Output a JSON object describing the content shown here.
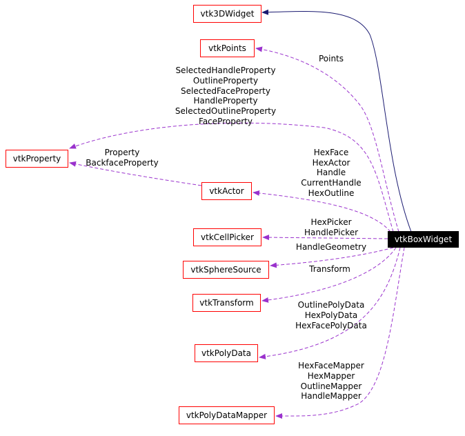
{
  "colors": {
    "node_border": "#ff0000",
    "highlight_fill": "#000000",
    "highlight_text": "#ffffff",
    "usage_edge": "#9a32cd",
    "inheritance_edge": "#191970"
  },
  "nodes": {
    "vtk3DWidget": "vtk3DWidget",
    "vtkPoints": "vtkPoints",
    "vtkProperty": "vtkProperty",
    "vtkActor": "vtkActor",
    "vtkCellPicker": "vtkCellPicker",
    "vtkSphereSource": "vtkSphereSource",
    "vtkTransform": "vtkTransform",
    "vtkPolyData": "vtkPolyData",
    "vtkPolyDataMapper": "vtkPolyDataMapper",
    "vtkBoxWidget": "vtkBoxWidget"
  },
  "edge_labels": {
    "points": [
      "Points"
    ],
    "box_property": [
      "SelectedHandleProperty",
      "OutlineProperty",
      "SelectedFaceProperty",
      "HandleProperty",
      "SelectedOutlineProperty",
      "FaceProperty"
    ],
    "actor_property": [
      "Property",
      "BackfaceProperty"
    ],
    "actor": [
      "HexFace",
      "HexActor",
      "Handle",
      "CurrentHandle",
      "HexOutline"
    ],
    "picker": [
      "HexPicker",
      "HandlePicker"
    ],
    "sphere": [
      "HandleGeometry"
    ],
    "transform": [
      "Transform"
    ],
    "polydata": [
      "OutlinePolyData",
      "HexPolyData",
      "HexFacePolyData"
    ],
    "mapper": [
      "HexFaceMapper",
      "HexMapper",
      "OutlineMapper",
      "HandleMapper"
    ]
  }
}
